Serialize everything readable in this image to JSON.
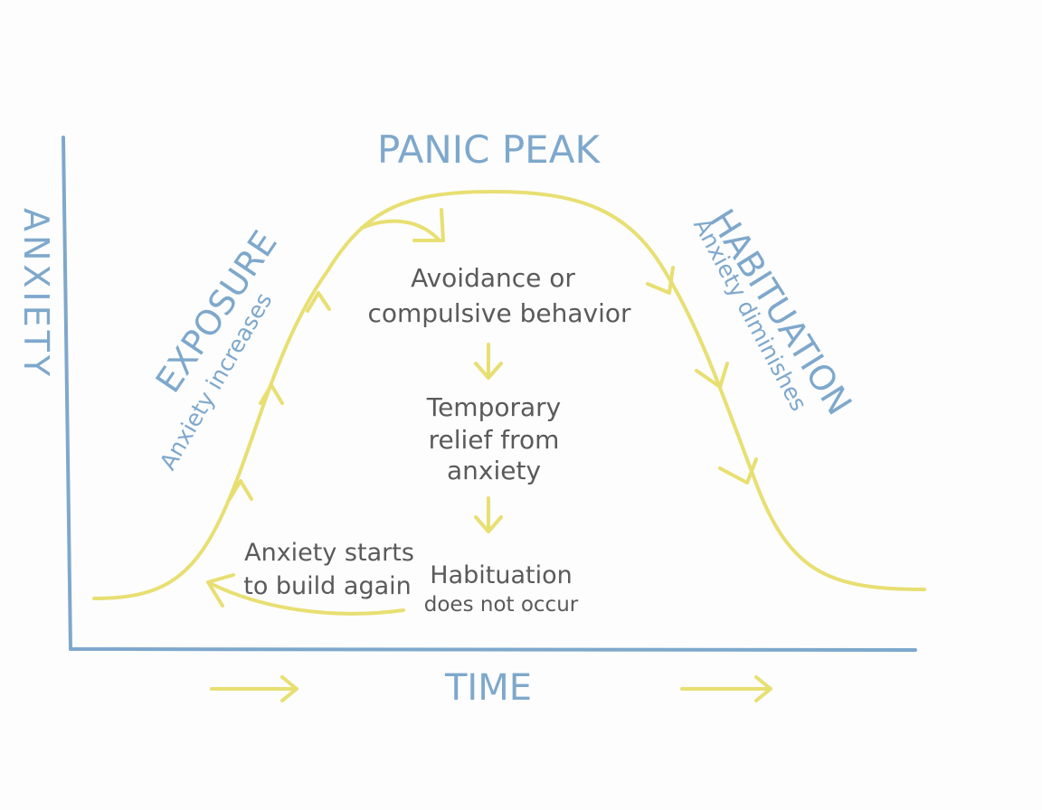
{
  "colors": {
    "axis": "#7ea8cc",
    "curve": "#e8df72",
    "label_blue": "#7ea8cc",
    "text_gray": "#5a5a5a",
    "background": "#fdfdfd"
  },
  "axes": {
    "y_label": "ANXIETY",
    "x_label": "TIME"
  },
  "labels": {
    "peak": "PANIC PEAK",
    "exposure": "EXPOSURE",
    "exposure_sub": "Anxiety increases",
    "habituation": "HABITUATION",
    "habituation_sub": "Anxiety diminishes"
  },
  "cycle": {
    "step1_line1": "Avoidance or",
    "step1_line2": "compulsive behavior",
    "step2_line1": "Temporary",
    "step2_line2": "relief from",
    "step2_line3": "anxiety",
    "step3_line1": "Habituation",
    "step3_line2": "does not occur",
    "loop_line1": "Anxiety starts",
    "loop_line2": "to build again"
  }
}
